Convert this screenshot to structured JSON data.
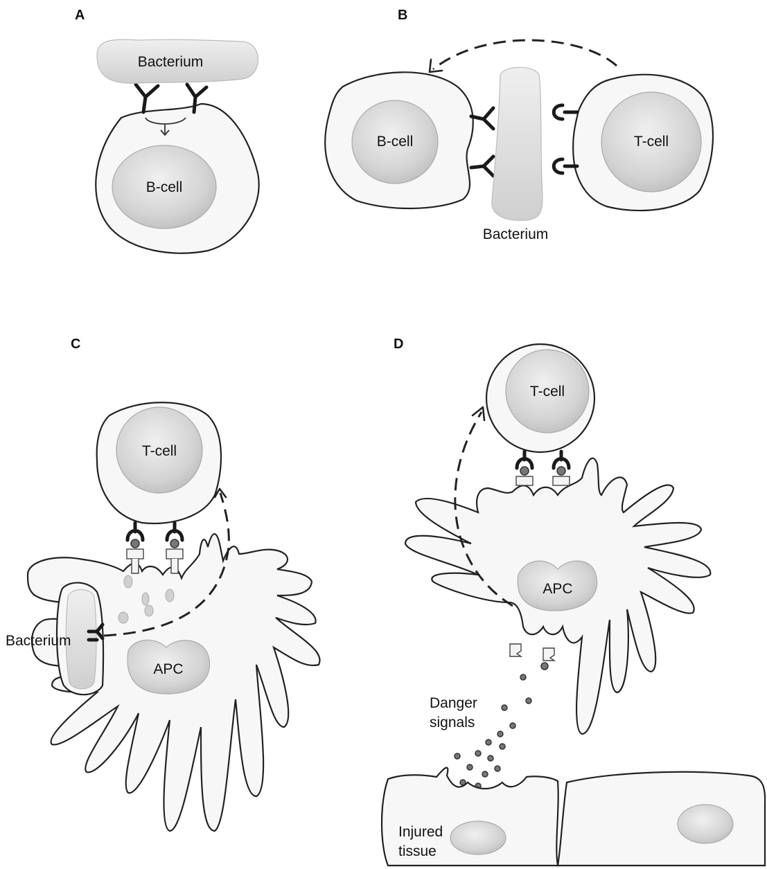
{
  "panels": {
    "a": {
      "letter": "A",
      "bacterium": "Bacterium",
      "b_cell": "B-cell"
    },
    "b": {
      "letter": "B",
      "b_cell": "B-cell",
      "t_cell": "T-cell",
      "bacterium": "Bacterium"
    },
    "c": {
      "letter": "C",
      "t_cell": "T-cell",
      "bacterium": "Bacterium",
      "apc": "APC"
    },
    "d": {
      "letter": "D",
      "t_cell": "T-cell",
      "apc": "APC",
      "danger_signals_line1": "Danger",
      "danger_signals_line2": "signals",
      "injured_tissue_line1": "Injured",
      "injured_tissue_line2": "tissue"
    }
  }
}
